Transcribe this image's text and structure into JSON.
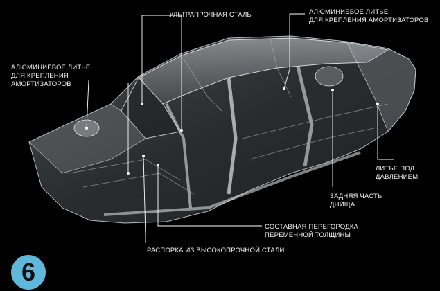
{
  "labels": {
    "ultra_steel": "Ультрапрочная сталь",
    "alu_cast_rear": "Алюминиевое литье\nдля крепления амортизаторов",
    "alu_cast_front": "Алюминиевое литье\nдля крепления\nамортизаторов",
    "die_cast": "Литье под\nдавлением",
    "rear_floor": "Задняя часть\nднища",
    "bulkhead": "Составная перегородка\nпеременной толщины",
    "strut": "Распорка из высокопрочной стали"
  },
  "badge": {
    "number": "6",
    "color": "#5fb7d9"
  }
}
